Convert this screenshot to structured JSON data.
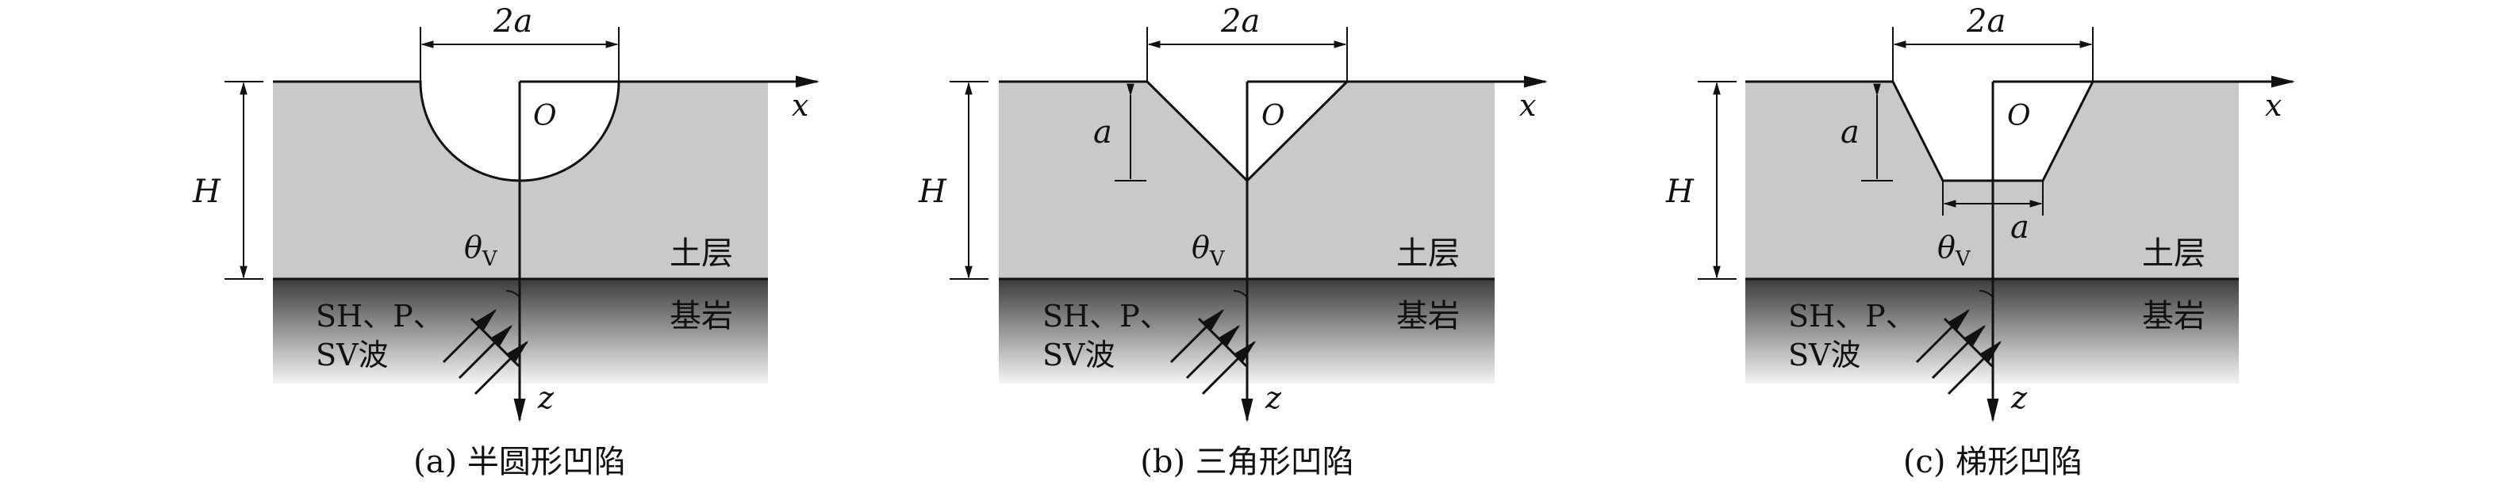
{
  "colors": {
    "soil": "#c9c9c9",
    "rock_top": "#3c3c3c",
    "rock_bottom": "#f4f4f4",
    "line": "#111111",
    "background": "#ffffff"
  },
  "labels": {
    "width": "2a",
    "origin": "O",
    "x_axis": "x",
    "z_axis": "z",
    "depth": "H",
    "depth_a": "a",
    "bottom_width": "a",
    "angle": "θ",
    "angle_sub": "V",
    "soil_layer": "土层",
    "bedrock": "基岩",
    "waves_line1": "SH、P、",
    "waves_line2": "SV波"
  },
  "panels": [
    {
      "id": "a",
      "shape": "semicircle",
      "caption": "(a) 半圆形凹陷"
    },
    {
      "id": "b",
      "shape": "triangle",
      "caption": "(b) 三角形凹陷"
    },
    {
      "id": "c",
      "shape": "trapezoid",
      "caption": "(c) 梯形凹陷"
    }
  ]
}
